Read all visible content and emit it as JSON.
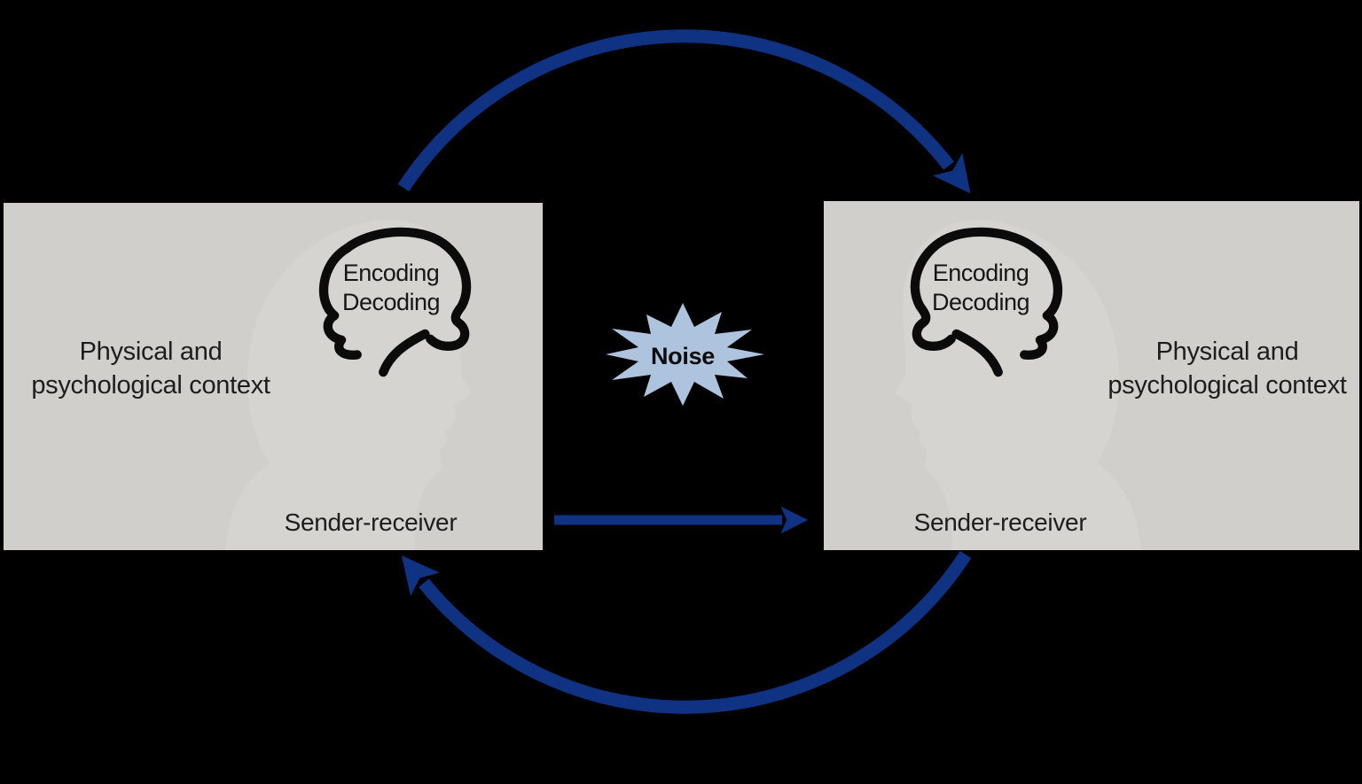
{
  "left_box": {
    "context_line1": "Physical and",
    "context_line2": "psychological context",
    "brain_line1": "Encoding",
    "brain_line2": "Decoding",
    "role": "Sender-receiver"
  },
  "right_box": {
    "context_line1": "Physical and",
    "context_line2": "psychological context",
    "brain_line1": "Encoding",
    "brain_line2": "Decoding",
    "role": "Sender-receiver"
  },
  "noise": {
    "label": "Noise"
  },
  "colors": {
    "background": "#000000",
    "box_fill": "#d0cfcc",
    "silhouette_fill": "#d6d4d1",
    "arrow_blue": "#0f3282",
    "noise_star_fill": "#aec3de",
    "brain_stroke": "#0b0b0b",
    "text": "#1d1d1d"
  },
  "icons": {
    "left_brain": "brain-outline-icon",
    "right_brain": "brain-outline-icon-mirrored",
    "noise_star": "starburst-icon"
  }
}
